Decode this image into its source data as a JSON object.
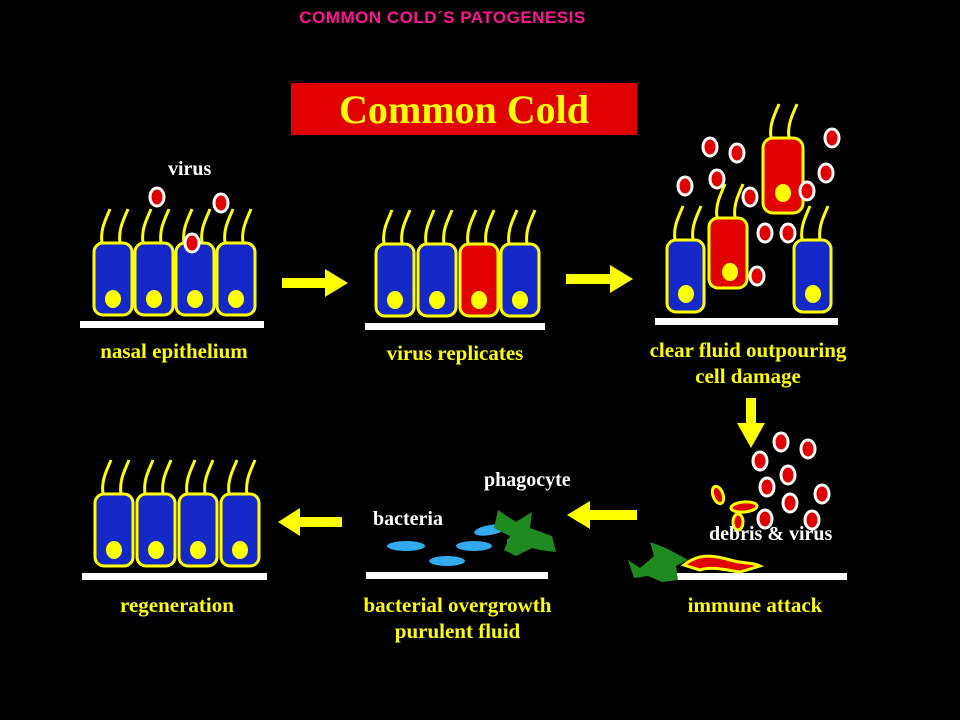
{
  "header": {
    "title": "COMMON COLD´S PATOGENESIS"
  },
  "banner": {
    "title": "Common Cold"
  },
  "stages": {
    "s1": {
      "label": "nasal epithelium"
    },
    "s2": {
      "label": "virus replicates"
    },
    "s3": {
      "label_line1": "clear fluid outpouring",
      "label_line2": "cell damage"
    },
    "s4": {
      "label": "immune attack"
    },
    "s5": {
      "label_line1": "bacterial overgrowth",
      "label_line2": "purulent fluid"
    },
    "s6": {
      "label": "regeneration"
    }
  },
  "annotations": {
    "virus": "virus",
    "phagocyte": "phagocyte",
    "bacteria": "bacteria",
    "debris": "debris & virus"
  },
  "colors": {
    "background": "#000000",
    "header_text": "#ff1493",
    "banner_bg": "#e00000",
    "label_text": "#ffff00",
    "healthy_cell": "#1428c8",
    "infected_cell": "#e00000",
    "cell_outline": "#ffff00",
    "virus_fill": "#e00000",
    "bacteria_fill": "#33aaee",
    "phagocyte_fill": "#1f8a1f",
    "membrane": "#ffffff"
  }
}
